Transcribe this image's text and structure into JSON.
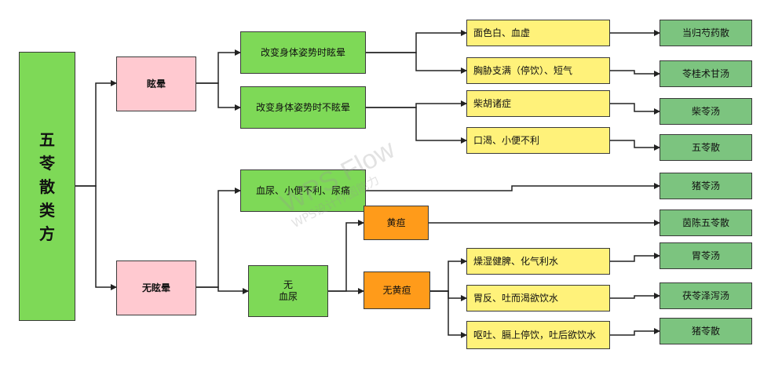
{
  "root": {
    "chars": [
      "五",
      "苓",
      "散",
      "类",
      "方"
    ]
  },
  "branches": {
    "dizzy": "眩晕",
    "no_dizzy": "无眩晕"
  },
  "conditions": {
    "posture_dizzy": "改变身体姿势时眩晕",
    "posture_not_dizzy": "改变身体姿势时不眩晕",
    "hematuria_pain": "血尿、小便不利、尿痛",
    "no_hematuria": "无\n血尿",
    "jaundice": "黄疸",
    "no_jaundice": "无黄疸"
  },
  "symptoms": {
    "pale_blood_def": "面色白、血虚",
    "chest_fullness": "胸胁支满（停饮）、短气",
    "chaihu": "柴胡诸症",
    "thirst": "口渴、小便不利",
    "dry_damp": "燥湿健脾、化气利水",
    "stomach_reflux": "胃反、吐而渴欲饮水",
    "vomit": "呕吐、膈上停饮，吐后欲饮水"
  },
  "formulas": {
    "danggui": "当归芍药散",
    "linggui": "苓桂术甘汤",
    "chailing": "柴苓汤",
    "wuling": "五苓散",
    "zhuling": "猪苓汤",
    "yinchen": "茵陈五苓散",
    "weiling": "胃苓汤",
    "fuling": "茯苓泽泻汤",
    "zhulingsan": "猪苓散"
  },
  "watermark": {
    "line1": "WPS Flow",
    "line2": "WPS设计作图能力"
  },
  "colors": {
    "root": "#7ed957",
    "pink": "#ffc9d0",
    "green": "#7ed957",
    "yellow": "#fff27a",
    "orange": "#ff9b1a",
    "result": "#7cc47f"
  }
}
